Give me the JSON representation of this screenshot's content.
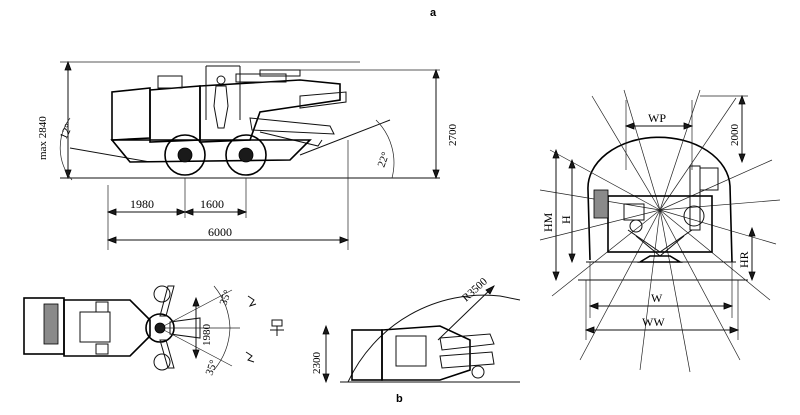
{
  "panels": {
    "top_label": "a",
    "bottom_label": "b"
  },
  "side_view": {
    "max_height": "max 2840",
    "height": "2700",
    "angle_front": "12°",
    "angle_rear": "22°",
    "dim_1": "1980",
    "dim_2": "1600",
    "length": "6000"
  },
  "top_view": {
    "angle_upper": "35°",
    "angle_lower": "35°",
    "width": "1980"
  },
  "coverage_view": {
    "radius": "R3500",
    "height": "2300"
  },
  "front_view": {
    "wp": "WP",
    "dim_2000": "2000",
    "hm": "HM",
    "h": "H",
    "hr": "HR",
    "w": "W",
    "ww": "WW"
  }
}
